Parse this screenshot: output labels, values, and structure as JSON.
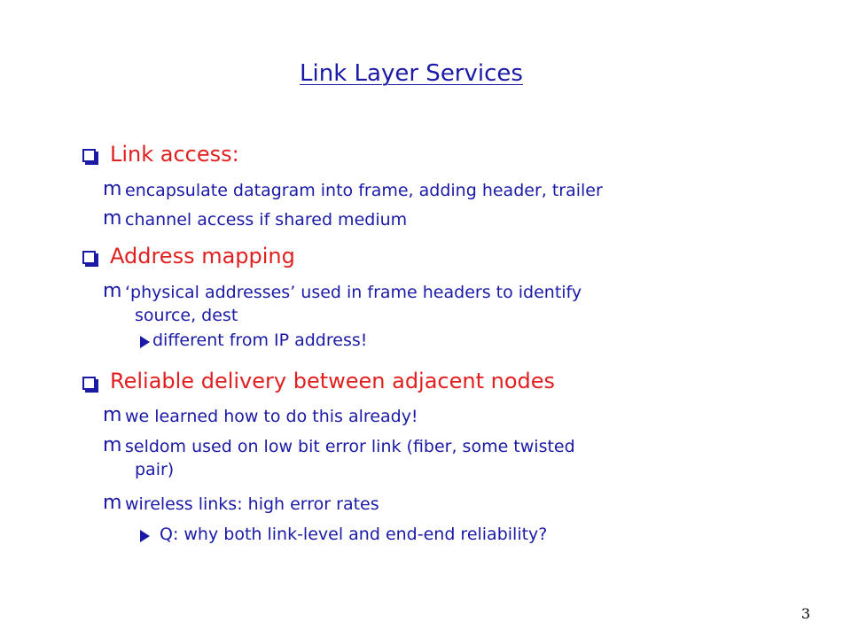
{
  "slide": {
    "title": "Link Layer Services",
    "page_number": "3",
    "items": {
      "link_access": "Link access:",
      "la_sub1": "encapsulate datagram into frame, adding header, trailer",
      "la_sub2": "channel access if shared medium",
      "address_mapping": "Address mapping",
      "am_sub1_line1": "‘physical addresses’ used in frame headers to identify",
      "am_sub1_line2": "source, dest",
      "am_sub1_sub": "different from IP address!",
      "reliable": "Reliable delivery between adjacent nodes",
      "rd_sub1": "we learned how to do this already!",
      "rd_sub2_line1": "seldom used on low bit error link (fiber, some twisted",
      "rd_sub2_line2": "pair)",
      "rd_sub3": "wireless links: high error rates",
      "rd_sub3_sub": "Q: why both link-level and end-end reliability?"
    }
  },
  "colors": {
    "heading": "#1a1aa6",
    "level1": "#e02020",
    "text": "#1a1aa6"
  },
  "icons": {
    "level1": "square-shadow-bullet-icon",
    "level2": "m-bullet-icon",
    "level3": "arrow-bullet-icon"
  }
}
